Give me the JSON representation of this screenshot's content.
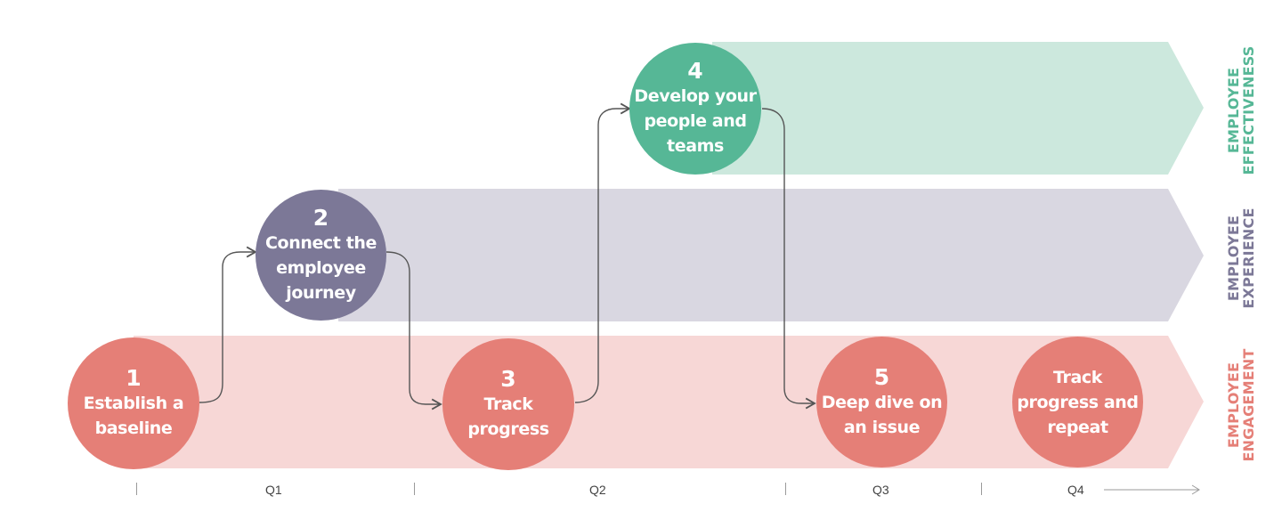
{
  "colors": {
    "effectiveness_band": "#cce8dd",
    "experience_band": "#d9d7e1",
    "engagement_band": "#f7d7d6",
    "effectiveness_accent": "#56b796",
    "experience_accent": "#7c7897",
    "engagement_accent": "#e57f77",
    "connector": "#555555"
  },
  "bands": {
    "effectiveness": {
      "label_line1": "EMPLOYEE",
      "label_line2": "EFFECTIVENESS"
    },
    "experience": {
      "label_line1": "EMPLOYEE",
      "label_line2": "EXPERIENCE"
    },
    "engagement": {
      "label_line1": "EMPLOYEE",
      "label_line2": "ENGAGEMENT"
    }
  },
  "steps": [
    {
      "number": "1",
      "line1": "Establish a",
      "line2": "baseline",
      "line3": ""
    },
    {
      "number": "2",
      "line1": "Connect the",
      "line2": "employee",
      "line3": "journey"
    },
    {
      "number": "3",
      "line1": "Track",
      "line2": "progress",
      "line3": ""
    },
    {
      "number": "4",
      "line1": "Develop your",
      "line2": "people and",
      "line3": "teams"
    },
    {
      "number": "5",
      "line1": "Deep dive on",
      "line2": "an issue",
      "line3": ""
    },
    {
      "number": "",
      "line1": "Track",
      "line2": "progress and",
      "line3": "repeat"
    }
  ],
  "timeline": {
    "quarters": [
      "Q1",
      "Q2",
      "Q3",
      "Q4"
    ]
  }
}
